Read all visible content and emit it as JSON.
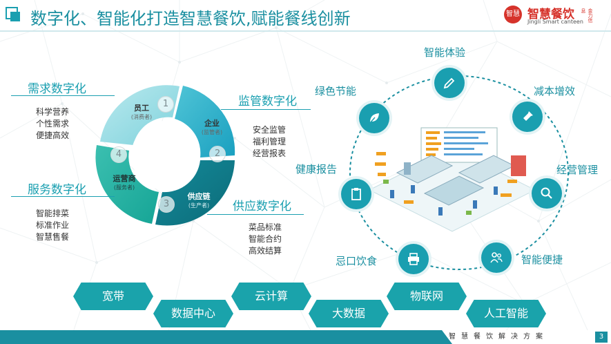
{
  "header": {
    "title": "数字化、智能化打造智慧餐饮,赋能餐线创新",
    "brand_logo_text": "智慧",
    "brand_name": "智慧餐饮",
    "brand_tag": "金力信息",
    "brand_sub": "Jingli Smart canteen"
  },
  "left_sections": [
    {
      "label": "需求数字化",
      "items": [
        "科学营养",
        "个性需求",
        "便捷高效"
      ]
    },
    {
      "label": "服务数字化",
      "items": [
        "智能排菜",
        "标准作业",
        "智慧售餐"
      ]
    },
    {
      "label": "监管数字化",
      "items": [
        "安全监管",
        "福利管理",
        "经营报表"
      ]
    },
    {
      "label": "供应数字化",
      "items": [
        "菜品标准",
        "智能合约",
        "高效结算"
      ]
    }
  ],
  "ring": [
    {
      "num": "1",
      "title": "员工",
      "sub": "(消费者)"
    },
    {
      "num": "2",
      "title": "企业",
      "sub": "(监管者)"
    },
    {
      "num": "3",
      "title": "供应链",
      "sub": "(生产者)"
    },
    {
      "num": "4",
      "title": "运营商",
      "sub": "(服务者)"
    }
  ],
  "features": [
    {
      "label": "智能体验",
      "icon": "pen-icon"
    },
    {
      "label": "减本增效",
      "icon": "flashlight-icon"
    },
    {
      "label": "经营管理",
      "icon": "search-icon"
    },
    {
      "label": "智能便捷",
      "icon": "users-icon"
    },
    {
      "label": "忌口饮食",
      "icon": "printer-icon"
    },
    {
      "label": "健康报告",
      "icon": "clipboard-icon"
    },
    {
      "label": "绿色节能",
      "icon": "leaf-icon"
    }
  ],
  "tech": [
    "宽带",
    "数据中心",
    "云计算",
    "大数据",
    "物联网",
    "人工智能"
  ],
  "footer": {
    "text": "智慧餐饮解决方案",
    "page": "3"
  },
  "colors": {
    "accent": "#1a9fb0",
    "brand": "#d6332b"
  }
}
